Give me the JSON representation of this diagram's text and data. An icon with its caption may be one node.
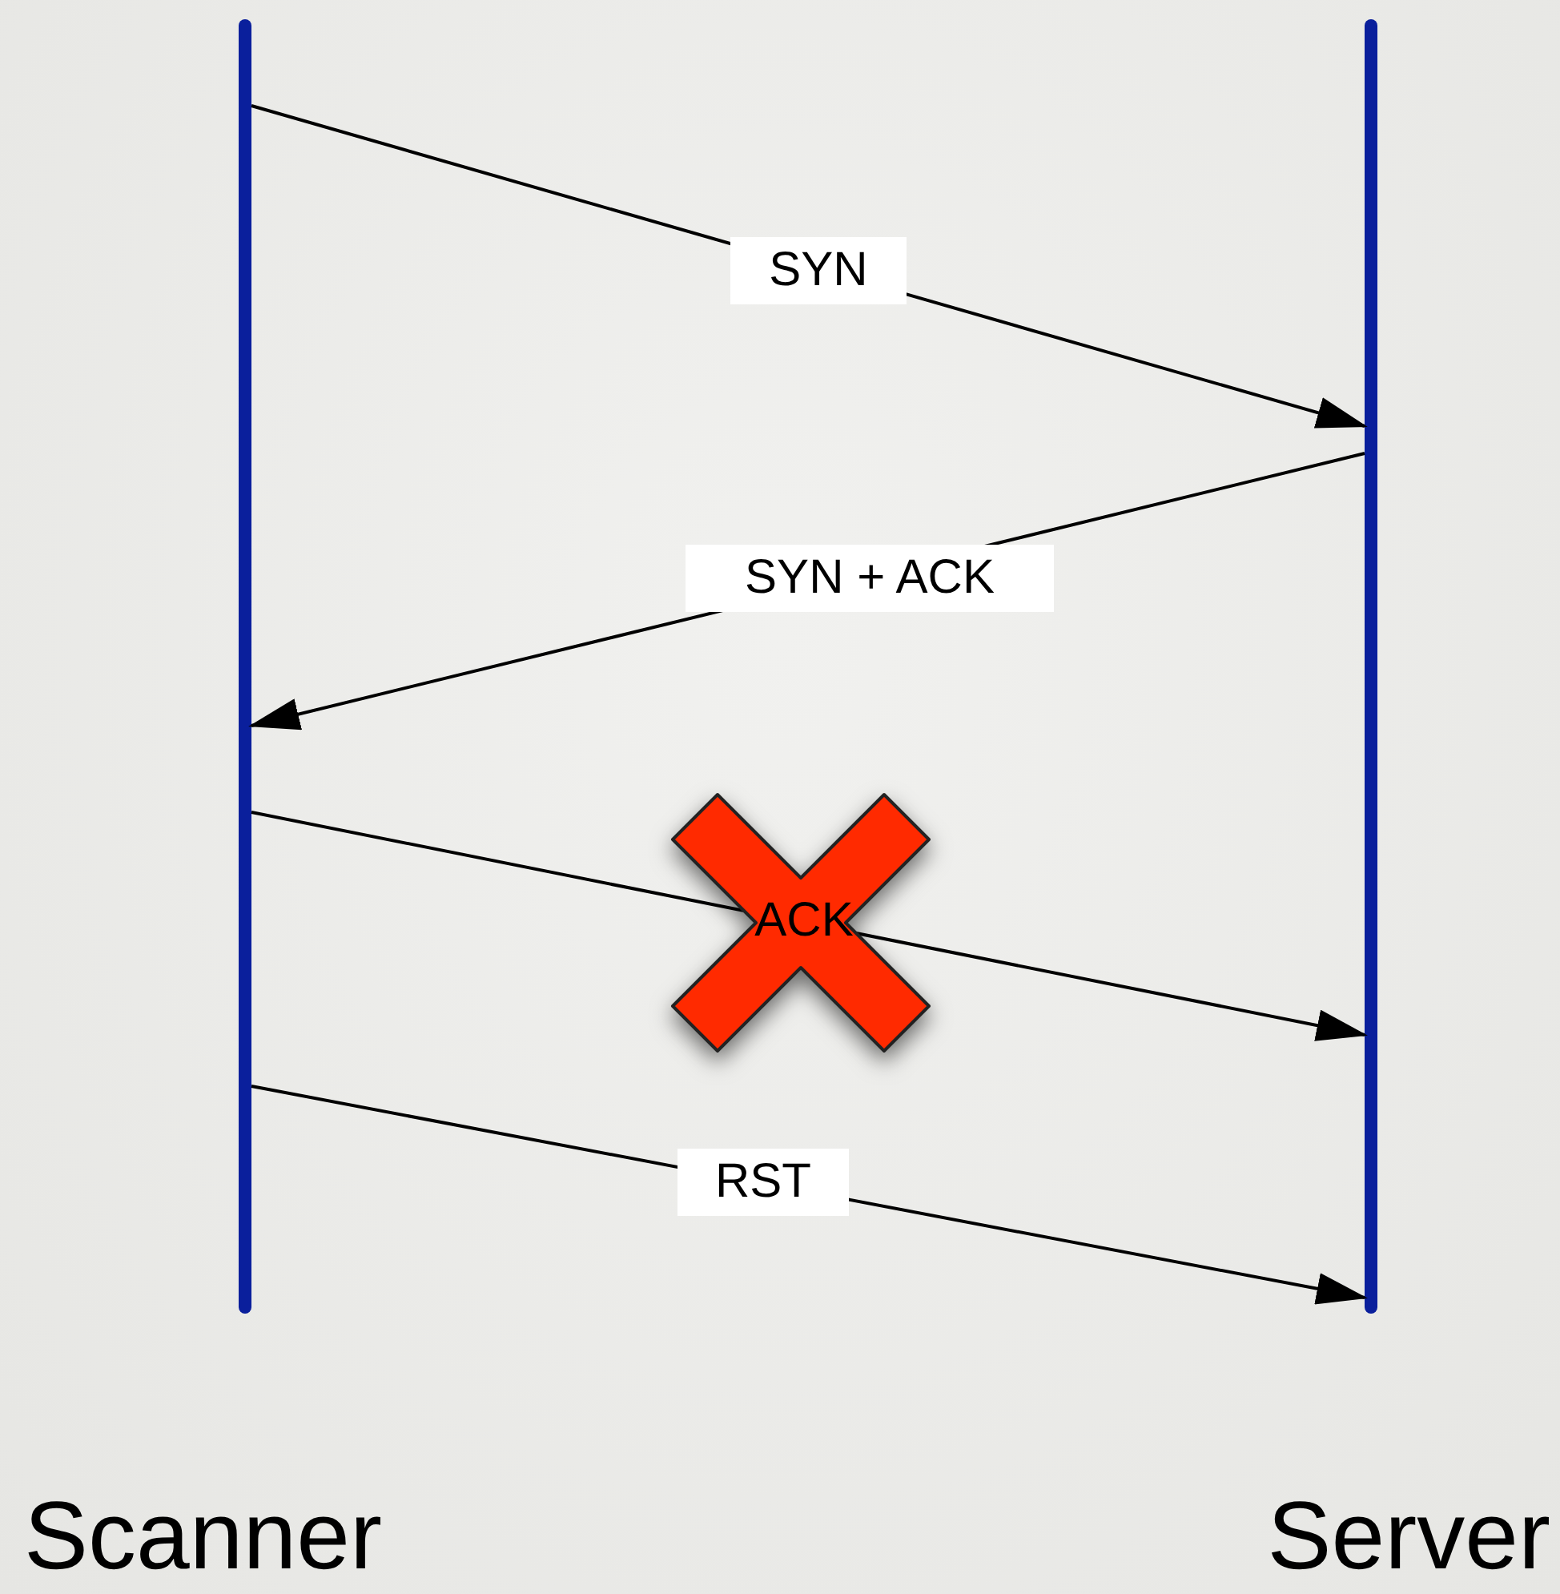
{
  "diagram": {
    "nodes": [
      {
        "text": [],
        "shape": "bar"
      },
      {
        "text": [],
        "shape": "bar"
      }
    ],
    "edges": [
      {
        "from": 0,
        "to": 1,
        "arrow": "to",
        "label": "SYN"
      },
      {
        "from": 1,
        "to": 0,
        "arrow": "to",
        "label": "SYN + ACK"
      },
      {
        "from": 0,
        "to": 1,
        "arrow": "to",
        "label": "ACK"
      },
      {
        "from": 0,
        "to": 1,
        "arrow": "to",
        "label": "RST"
      }
    ],
    "labels": [
      "Scanner",
      "Server"
    ]
  }
}
